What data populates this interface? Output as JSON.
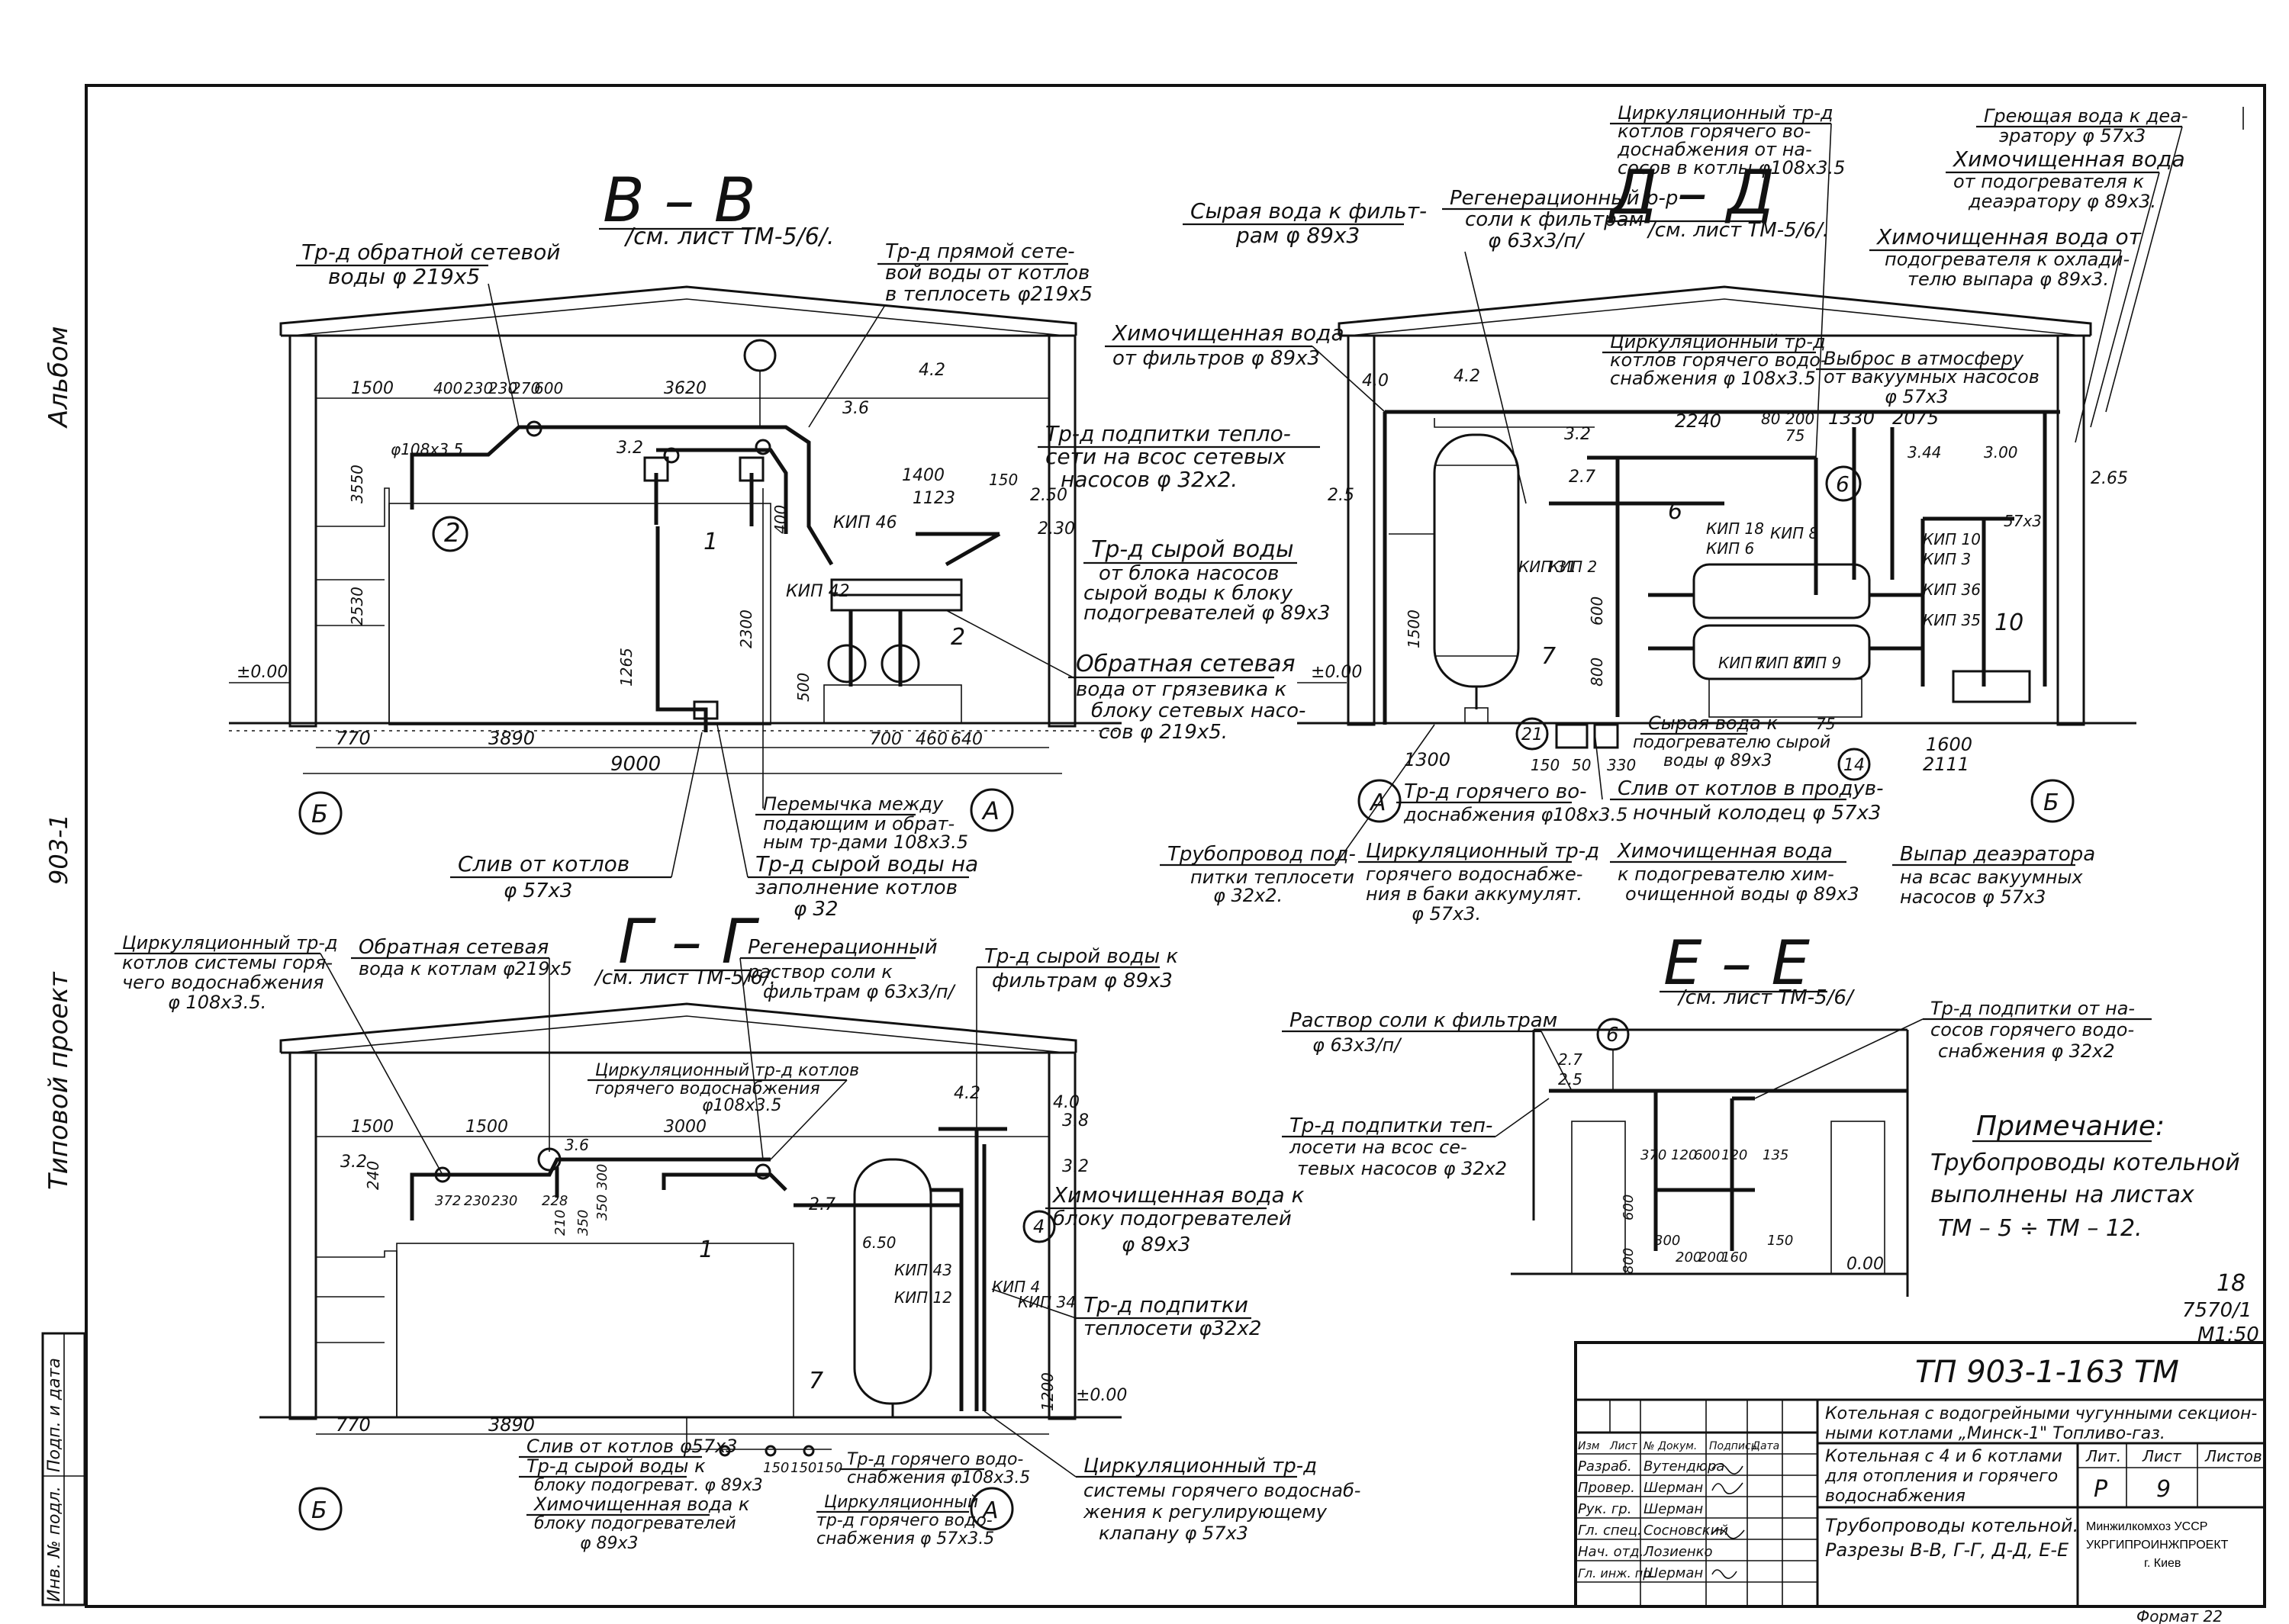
{
  "side_stamps": {
    "album": "Альбом",
    "project_label": "Типовой проект",
    "project_no": "903-1",
    "inv_no": "Инв. № подл.",
    "sign_date": "Подп. и дата"
  },
  "section_vv": {
    "title": "В – В",
    "ref": "/см. лист ТМ-5/6/.",
    "labels": {
      "return_net": "Тр-д обратной сетевой",
      "return_net2": "воды φ 219x5",
      "direct_net": "Тр-д прямой сете-",
      "direct_net2": "вой воды от котлов",
      "direct_net3": "в теплосеть φ219x5",
      "makeup": "Тр-д подпитки тепло-",
      "makeup2": "сети на всос сетевых",
      "makeup3": "насосов φ 32x2.",
      "raw": "Тр-д сырой воды",
      "raw2": "от блока насосов",
      "raw3": "сырой воды к блоку",
      "raw4": "подогревателей φ 89x3",
      "return_mud": "Обратная сетевая",
      "return_mud2": "вода от грязевика к",
      "return_mud3": "блоку сетевых насо-",
      "return_mud4": "сов φ 219x5.",
      "jumper": "Перемычка между",
      "jumper2": "подающим и обрат-",
      "jumper3": "ным тр-дами 108x3.5",
      "drain": "Слив от котлов",
      "drain2": "φ 57x3",
      "fill": "Тр-д сырой воды на",
      "fill2": "заполнение котлов",
      "fill3": "φ 32"
    },
    "dims": [
      "1500",
      "400",
      "230",
      "230",
      "270",
      "600",
      "3620",
      "1400",
      "1123",
      "150",
      "2.50",
      "2.30",
      "4.2",
      "3.6",
      "3.2",
      "3550",
      "2530",
      "1265",
      "2300",
      "400",
      "500",
      "770",
      "3890",
      "9000",
      "700",
      "460",
      "640",
      "±0.00",
      "φ108x3.5"
    ],
    "kip": [
      "КИП 46",
      "КИП 42"
    ],
    "items": [
      "1",
      "2",
      "2"
    ],
    "axes": [
      "Б",
      "А"
    ]
  },
  "section_dd": {
    "title": "Д – Д",
    "ref": "/см. лист ТМ-5/6/.",
    "labels": {
      "raw_filter": "Сырая вода к фильт-",
      "raw_filter2": "рам φ 89x3",
      "regen": "Регенерационный р-р",
      "regen2": "соли к фильтрам",
      "regen3": "φ 63x3/п/",
      "circ_top": "Циркуляционный тр-д",
      "circ_top2": "котлов горячего во-",
      "circ_top3": "доснабжения от на-",
      "circ_top4": "сосов в котлы φ108x3.5",
      "heat_dea": "Греющая вода к деа-",
      "heat_dea2": "эратору φ 57x3",
      "chem_dea": "Химочищенная вода",
      "chem_dea2": "от подогревателя к",
      "chem_dea3": "деаэратору φ 89x3.",
      "chem_cool": "Химочищенная вода от",
      "chem_cool2": "подогревателя к охлади-",
      "chem_cool3": "телю выпара φ 89x3.",
      "chem_filters": "Химочищенная вода",
      "chem_filters2": "от фильтров φ 89x3",
      "circ_mid": "Циркуляционный тр-д",
      "circ_mid2": "котлов горячего водо-",
      "circ_mid3": "снабжения φ 108x3.5",
      "vent": "Выброс в атмосферу",
      "vent2": "от вакуумных насосов",
      "vent3": "φ 57x3",
      "raw_heater": "Сырая вода к",
      "raw_heater2": "подогревателю сырой",
      "raw_heater3": "воды φ 89x3",
      "hot_supply": "Тр-д горячего во-",
      "hot_supply2": "доснабжения φ108x3.5",
      "drain_well": "Слив от котлов в продув-",
      "drain_well2": "ночный колодец φ 57x3",
      "makeup_pipe": "Трубопровод под-",
      "makeup_pipe2": "питки теплосети",
      "makeup_pipe3": "φ 32x2.",
      "circ_acc": "Циркуляционный тр-д",
      "circ_acc2": "горячего водоснабже-",
      "circ_acc3": "ния в баки аккумулят.",
      "circ_acc4": "φ 57x3.",
      "chem_heater": "Химочищенная вода",
      "chem_heater2": "к подогревателю хим-",
      "chem_heater3": "очищенной воды φ 89x3",
      "dea_vent": "Выпар деаэратора",
      "dea_vent2": "на всас вакуумных",
      "dea_vent3": "насосов φ 57x3"
    },
    "dims": [
      "4.2",
      "4.0",
      "2.5",
      "3.2",
      "2.7",
      "2240",
      "80",
      "200",
      "75",
      "1330",
      "2075",
      "3.44",
      "3.00",
      "2.65",
      "1500",
      "600",
      "800",
      "1300",
      "150",
      "50",
      "330",
      "75",
      "1600",
      "2111",
      "±0.00"
    ],
    "kip": [
      "КИП 31",
      "КИП 2",
      "КИП 18",
      "КИП 6",
      "КИП 8",
      "КИП 7",
      "КИП 37",
      "КИП 9",
      "КИП 10",
      "КИП 3",
      "КИП 36",
      "КИП 35"
    ],
    "items": [
      "7",
      "6",
      "6",
      "10",
      "21",
      "14",
      "57x3"
    ],
    "axes": [
      "А",
      "Б"
    ]
  },
  "section_gg": {
    "title": "Г – Г",
    "ref": "/см. лист ТМ-5/6/.",
    "labels": {
      "circ_sys": "Циркуляционный тр-д",
      "circ_sys2": "котлов системы горя-",
      "circ_sys3": "чего водоснабжения",
      "circ_sys4": "φ 108x3.5.",
      "return_boil": "Обратная сетевая",
      "return_boil2": "вода к котлам φ219x5",
      "regen": "Регенерационный",
      "regen2": "раствор соли к",
      "regen3": "фильтрам φ 63x3/п/",
      "raw_filt": "Тр-д сырой воды к",
      "raw_filt2": "фильтрам φ 89x3",
      "circ_boil": "Циркуляционный тр-д котлов",
      "circ_boil2": "горячего водоснабжения",
      "circ_boil3": "φ108x3.5",
      "chem_block": "Химочищенная вода к",
      "chem_block2": "блоку подогревателей",
      "chem_block3": "φ 89x3",
      "makeup": "Тр-д подпитки",
      "makeup2": "теплосети φ32x2",
      "drain": "Слив от котлов φ57x3",
      "raw_block": "Тр-д сырой воды к",
      "raw_block2": "блоку подогреват. φ 89x3",
      "chem_heaters": "Химочищенная вода к",
      "chem_heaters2": "блоку подогревателей",
      "chem_heaters3": "φ 89x3",
      "hot_water": "Тр-д горячего водо-",
      "hot_water2": "снабжения φ108x3.5",
      "circ_hot": "Циркуляционный",
      "circ_hot2": "тр-д горячего водо-",
      "circ_hot3": "снабжения φ 57x3.5",
      "circ_reg": "Циркуляционный тр-д",
      "circ_reg2": "системы горячего водоснаб-",
      "circ_reg3": "жения к регулирующему",
      "circ_reg4": "клапану φ 57x3"
    },
    "dims": [
      "1500",
      "1500",
      "3000",
      "3.2",
      "240",
      "3.6",
      "372",
      "230",
      "230",
      "228",
      "300",
      "350",
      "210",
      "350",
      "2.7",
      "4.2",
      "4.0",
      "3.8",
      "3.2",
      "6.50",
      "770",
      "3890",
      "1200",
      "±0.00",
      "150",
      "150",
      "150"
    ],
    "kip": [
      "КИП 43",
      "КИП 12",
      "КИП 4",
      "КИП 34"
    ],
    "items": [
      "1",
      "7",
      "4"
    ],
    "axes": [
      "Б",
      "А"
    ]
  },
  "section_ee": {
    "title": "Е – Е",
    "ref": "/см. лист ТМ-5/6/",
    "labels": {
      "salt": "Раствор соли к фильтрам",
      "salt2": "φ 63x3/п/",
      "makeup_pumps": "Тр-д подпитки от на-",
      "makeup_pumps2": "сосов горячего водо-",
      "makeup_pumps3": "снабжения φ 32x2",
      "makeup_net": "Тр-д подпитки теп-",
      "makeup_net2": "лосети на всос се-",
      "makeup_net3": "тевых насосов φ 32x2"
    },
    "dims": [
      "2.7",
      "2.5",
      "370",
      "120",
      "600",
      "120",
      "135",
      "600",
      "800",
      "300",
      "200",
      "200",
      "160",
      "150",
      "0.00"
    ],
    "items": [
      "6"
    ]
  },
  "note": {
    "title": "Примечание:",
    "line1": "Трубопроводы котельной",
    "line2": "выполнены на листах",
    "line3": "ТМ – 5 ÷ ТМ – 12."
  },
  "sheet_marks": {
    "page": "18",
    "number": "7570/1",
    "scale": "М1:50"
  },
  "title_block": {
    "code": "ТП 903-1-163 ТМ",
    "desc1": "Котельная с водогрейными чугунными секцион-",
    "desc2": "ными котлами „Минск-1\" Топливо-газ.",
    "sub1": "Котельная с 4 и 6 котлами",
    "sub2": "для отопления и горячего",
    "sub3": "водоснабжения",
    "sheet_title1": "Трубопроводы котельной.",
    "sheet_title2": "Разрезы В-В, Г-Г, Д-Д, Е-Е",
    "org1": "Минжилкомхоз УССР",
    "org2": "УКРГИПРОИНЖПРОЕКТ",
    "org3": "г. Киев",
    "h_lit": "Лит.",
    "h_sheet": "Лист",
    "h_sheets": "Листов",
    "lit": "Р",
    "sheet": "9",
    "col_heads": [
      "Изм",
      "Лист",
      "№ Докум.",
      "Подпись",
      "Дата"
    ],
    "roles": [
      "Разраб.",
      "Провер.",
      "Рук. гр.",
      "Гл. спец.",
      "Нач. отд.",
      "Гл. инж. пр."
    ],
    "names": [
      "Вутендюра",
      "Шерман",
      "Шерман",
      "Сосновский",
      "Лозиенко",
      "Шерман"
    ]
  },
  "format": "Формат 22"
}
